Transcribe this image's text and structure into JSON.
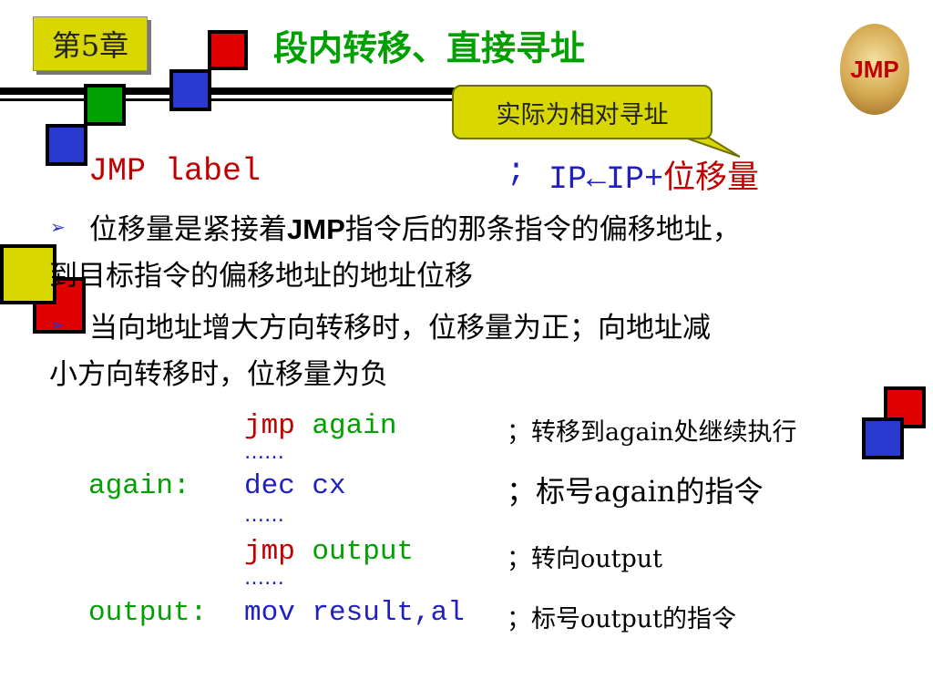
{
  "chapter": "第5章",
  "title": "段内转移、直接寻址",
  "badge": "JMP",
  "callout": "实际为相对寻址",
  "syntax": {
    "instr": "JMP label",
    "semicolon": ";",
    "expr": "IP←IP+",
    "tail": "位移量"
  },
  "bullets": [
    {
      "line1_a": "位移量是紧接着",
      "line1_b": "JMP",
      "line1_c": "指令后的那条指令的偏移地址，",
      "line2": "到目标指令的偏移地址的地址位移"
    },
    {
      "line1": "当向地址增大方向转移时，位移量为正；向地址减",
      "line2": "小方向转移时，位移量为负"
    }
  ],
  "bullet_marker": "➢",
  "code": {
    "row1": {
      "op": "jmp",
      "arg": "again",
      "comment": "；转移到again处继续执行"
    },
    "dots1": "……",
    "row2": {
      "label": "again:",
      "op": "dec",
      "arg": "cx",
      "comment": "；标号again的指令"
    },
    "dots2": "……",
    "row3": {
      "op": "jmp",
      "arg": "output",
      "comment": "；转向output"
    },
    "dots3": "……",
    "row4": {
      "label": "output:",
      "op": "mov",
      "arg": "result,al",
      "comment": "；标号output的指令"
    }
  },
  "colors": {
    "accent_yellow": "#d8d800",
    "title_green": "#00a000",
    "code_red": "#c00000",
    "code_blue": "#2020c0"
  }
}
